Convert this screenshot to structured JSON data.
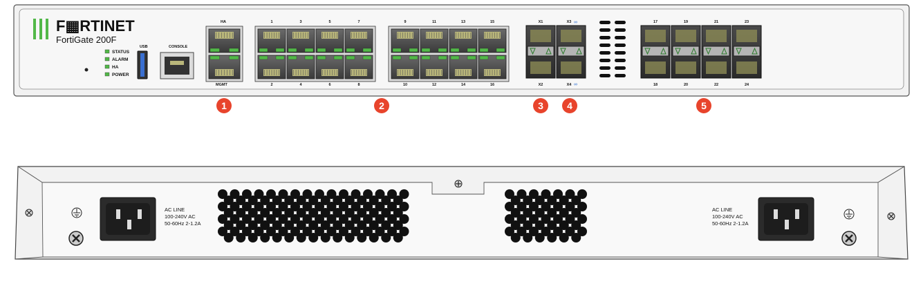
{
  "front": {
    "brand": "F▦RTINET",
    "model": "FortiGate 200F",
    "leds": [
      "STATUS",
      "ALARM",
      "HA",
      "POWER"
    ],
    "usb_label": "USB",
    "console_label": "CONSOLE",
    "ha_label": "HA",
    "mgmt_label": "MGMT",
    "group_a_top": [
      "1",
      "3",
      "5",
      "7"
    ],
    "group_a_bottom": [
      "2",
      "4",
      "6",
      "8"
    ],
    "group_b_top": [
      "9",
      "11",
      "13",
      "15"
    ],
    "group_b_bottom": [
      "10",
      "12",
      "14",
      "16"
    ],
    "x_top": [
      "X1",
      "X3"
    ],
    "x_bottom": [
      "X2",
      "X4"
    ],
    "sfp_top": [
      "17",
      "19",
      "21",
      "23"
    ],
    "sfp_bottom": [
      "18",
      "20",
      "22",
      "24"
    ]
  },
  "callouts": [
    "1",
    "2",
    "3",
    "4",
    "5"
  ],
  "back": {
    "ac_left": [
      "AC LINE",
      "100-240V AC",
      "50-60Hz 2-1.2A"
    ],
    "ac_right": [
      "AC LINE",
      "100-240V AC",
      "50-60Hz 2-1.2A"
    ]
  },
  "colors": {
    "callout": "#e8442c",
    "led": "#52b848",
    "brand_green": "#52b848",
    "chassis": "#f2f2f2"
  }
}
